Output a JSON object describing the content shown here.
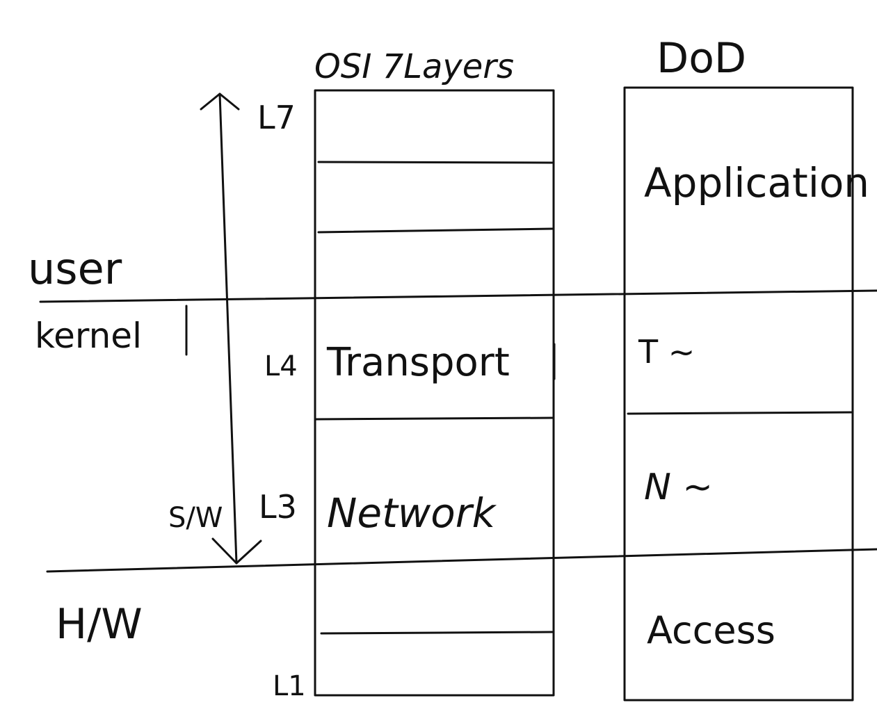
{
  "osi": {
    "title": "OSI 7Layers",
    "top_label": "L7",
    "transport_id": "L4",
    "transport_name": "Transport",
    "network_id": "L3",
    "network_name": "Network",
    "bottom_label": "L1"
  },
  "dod": {
    "title": "DoD",
    "application": "Application",
    "transport": "T ~",
    "network": "N ~",
    "access": "Access"
  },
  "zones": {
    "user": "user",
    "kernel": "kernel",
    "hardware": "H/W",
    "software": "S/W"
  }
}
